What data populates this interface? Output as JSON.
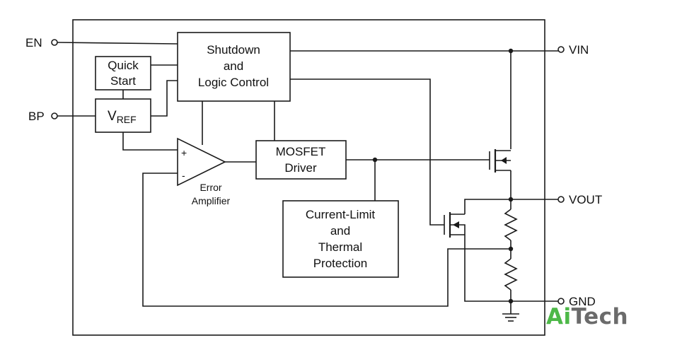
{
  "pins": {
    "en": "EN",
    "bp": "BP",
    "vin": "VIN",
    "vout": "VOUT",
    "gnd": "GND"
  },
  "blocks": {
    "quick_start": [
      "Quick",
      "Start"
    ],
    "vref_main": "V",
    "vref_sub": "REF",
    "shutdown": [
      "Shutdown",
      "and",
      "Logic Control"
    ],
    "mosfet_driver": [
      "MOSFET",
      "Driver"
    ],
    "current_limit": [
      "Current-Limit",
      "and",
      "Thermal",
      "Protection"
    ],
    "error_amp": [
      "Error",
      "Amplifier"
    ],
    "amp_plus": "+",
    "amp_minus": "-"
  },
  "logo": {
    "ai": "Ai",
    "tech": "Tech",
    "colors": {
      "ai": "#4db848",
      "tech": "#6b6b6b"
    }
  }
}
